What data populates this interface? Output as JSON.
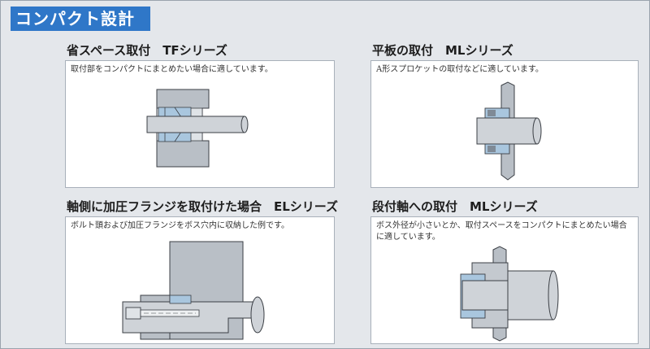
{
  "header": {
    "title": "コンパクト設計"
  },
  "panels": [
    {
      "title": "省スペース取付　TFシリーズ",
      "description": "取付部をコンパクトにまとめたい場合に適しています。"
    },
    {
      "title": "平板の取付　MLシリーズ",
      "description": "A形スプロケットの取付などに適しています。"
    },
    {
      "title": "軸側に加圧フランジを取付けた場合　ELシリーズ",
      "description": "ボルト頭および加圧フランジをボス穴内に収納した例です。"
    },
    {
      "title": "段付軸への取付　MLシリーズ",
      "description": "ボス外径が小さいとか、取付スペースをコンパクトにまとめたい場合に適しています。"
    }
  ],
  "colors": {
    "banner": "#2f77c8",
    "hub_gray": "#b9bfc6",
    "shaft_gray": "#cfd3d8",
    "locking_blue": "#a9c6de",
    "outline": "#3b3f45"
  }
}
